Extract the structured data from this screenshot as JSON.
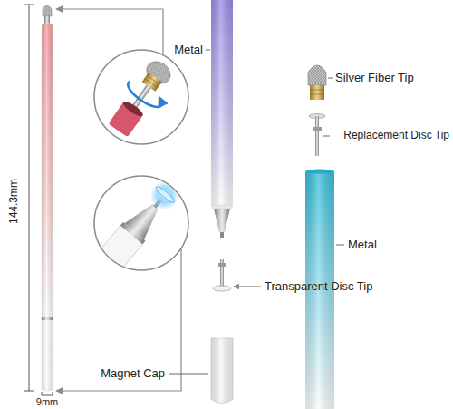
{
  "diagram": {
    "labels": [
      "144.3mm",
      "9mm",
      "Metal",
      "Silver Fiber Tip",
      "Replacement Disc Tip",
      "Metal",
      "Transparent Disc Tip",
      "Magnet Cap"
    ]
  }
}
